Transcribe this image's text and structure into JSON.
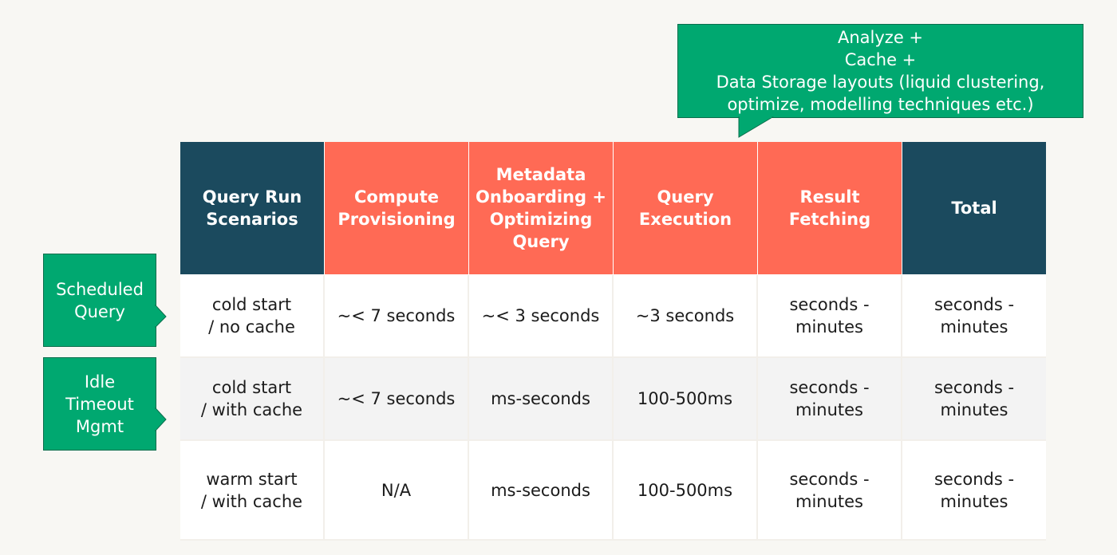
{
  "callout_top": {
    "lines": [
      "Analyze +",
      "Cache +",
      "Data Storage layouts (liquid clustering,",
      "optimize, modelling techniques etc.)"
    ]
  },
  "side_callouts": [
    {
      "lines": [
        "Scheduled",
        "Query"
      ]
    },
    {
      "lines": [
        "Idle",
        "Timeout",
        "Mgmt"
      ]
    }
  ],
  "table": {
    "headers": [
      {
        "lines": [
          "Query Run",
          "Scenarios"
        ],
        "style": "dark"
      },
      {
        "lines": [
          "Compute",
          "Provisioning"
        ],
        "style": "orange"
      },
      {
        "lines": [
          "Metadata",
          "Onboarding +",
          "Optimizing",
          "Query"
        ],
        "style": "orange"
      },
      {
        "lines": [
          "Query",
          "Execution"
        ],
        "style": "orange"
      },
      {
        "lines": [
          "Result",
          "Fetching"
        ],
        "style": "orange"
      },
      {
        "lines": [
          "Total"
        ],
        "style": "dark"
      }
    ],
    "rows": [
      {
        "cells": [
          {
            "lines": [
              "cold start",
              "/ no cache"
            ]
          },
          {
            "lines": [
              "~< 7 seconds"
            ]
          },
          {
            "lines": [
              "~< 3 seconds"
            ]
          },
          {
            "lines": [
              "~3 seconds"
            ]
          },
          {
            "lines": [
              "seconds -",
              "minutes"
            ]
          },
          {
            "lines": [
              "seconds -",
              "minutes"
            ]
          }
        ]
      },
      {
        "cells": [
          {
            "lines": [
              "cold start",
              "/ with cache"
            ]
          },
          {
            "lines": [
              "~< 7 seconds"
            ]
          },
          {
            "lines": [
              "ms-seconds"
            ]
          },
          {
            "lines": [
              "100-500ms"
            ]
          },
          {
            "lines": [
              "seconds -",
              "minutes"
            ]
          },
          {
            "lines": [
              "seconds -",
              "minutes"
            ]
          }
        ]
      },
      {
        "cells": [
          {
            "lines": [
              "warm start",
              "/ with cache"
            ]
          },
          {
            "lines": [
              "N/A"
            ]
          },
          {
            "lines": [
              "ms-seconds"
            ]
          },
          {
            "lines": [
              "100-500ms"
            ]
          },
          {
            "lines": [
              "seconds -",
              "minutes"
            ]
          },
          {
            "lines": [
              "seconds -",
              "minutes"
            ]
          }
        ]
      }
    ]
  },
  "colors": {
    "callout_green": "#00a870",
    "header_dark": "#1b4a5e",
    "header_orange": "#ff6a55",
    "row_gray": "#f3f3f3",
    "background": "#f8f7f3"
  }
}
